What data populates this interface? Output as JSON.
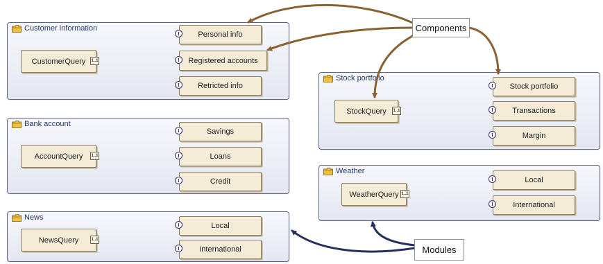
{
  "callouts": {
    "components": "Components",
    "modules": "Modules"
  },
  "modules": [
    {
      "title": "Customer information",
      "query": "CustomerQuery",
      "multiplicity": "1..1",
      "interfaces": [
        "Personal info",
        "Registered accounts",
        "Retricted info"
      ]
    },
    {
      "title": "Bank account",
      "query": "AccountQuery",
      "multiplicity": "1..1",
      "interfaces": [
        "Savings",
        "Loans",
        "Credit"
      ]
    },
    {
      "title": "News",
      "query": "NewsQuery",
      "multiplicity": "1..1",
      "interfaces": [
        "Local",
        "International"
      ]
    },
    {
      "title": "Stock portfolio",
      "query": "StockQuery",
      "multiplicity": "1..1",
      "interfaces": [
        "Stock portfolio",
        "Transactions",
        "Margin"
      ]
    },
    {
      "title": "Weather",
      "query": "WeatherQuery",
      "multiplicity": "1..1",
      "interfaces": [
        "Local",
        "International"
      ]
    }
  ],
  "interface_symbol": "I",
  "colors": {
    "component_arrow": "#8a6133",
    "module_arrow": "#26305e",
    "connector": "#7b4a3a"
  }
}
